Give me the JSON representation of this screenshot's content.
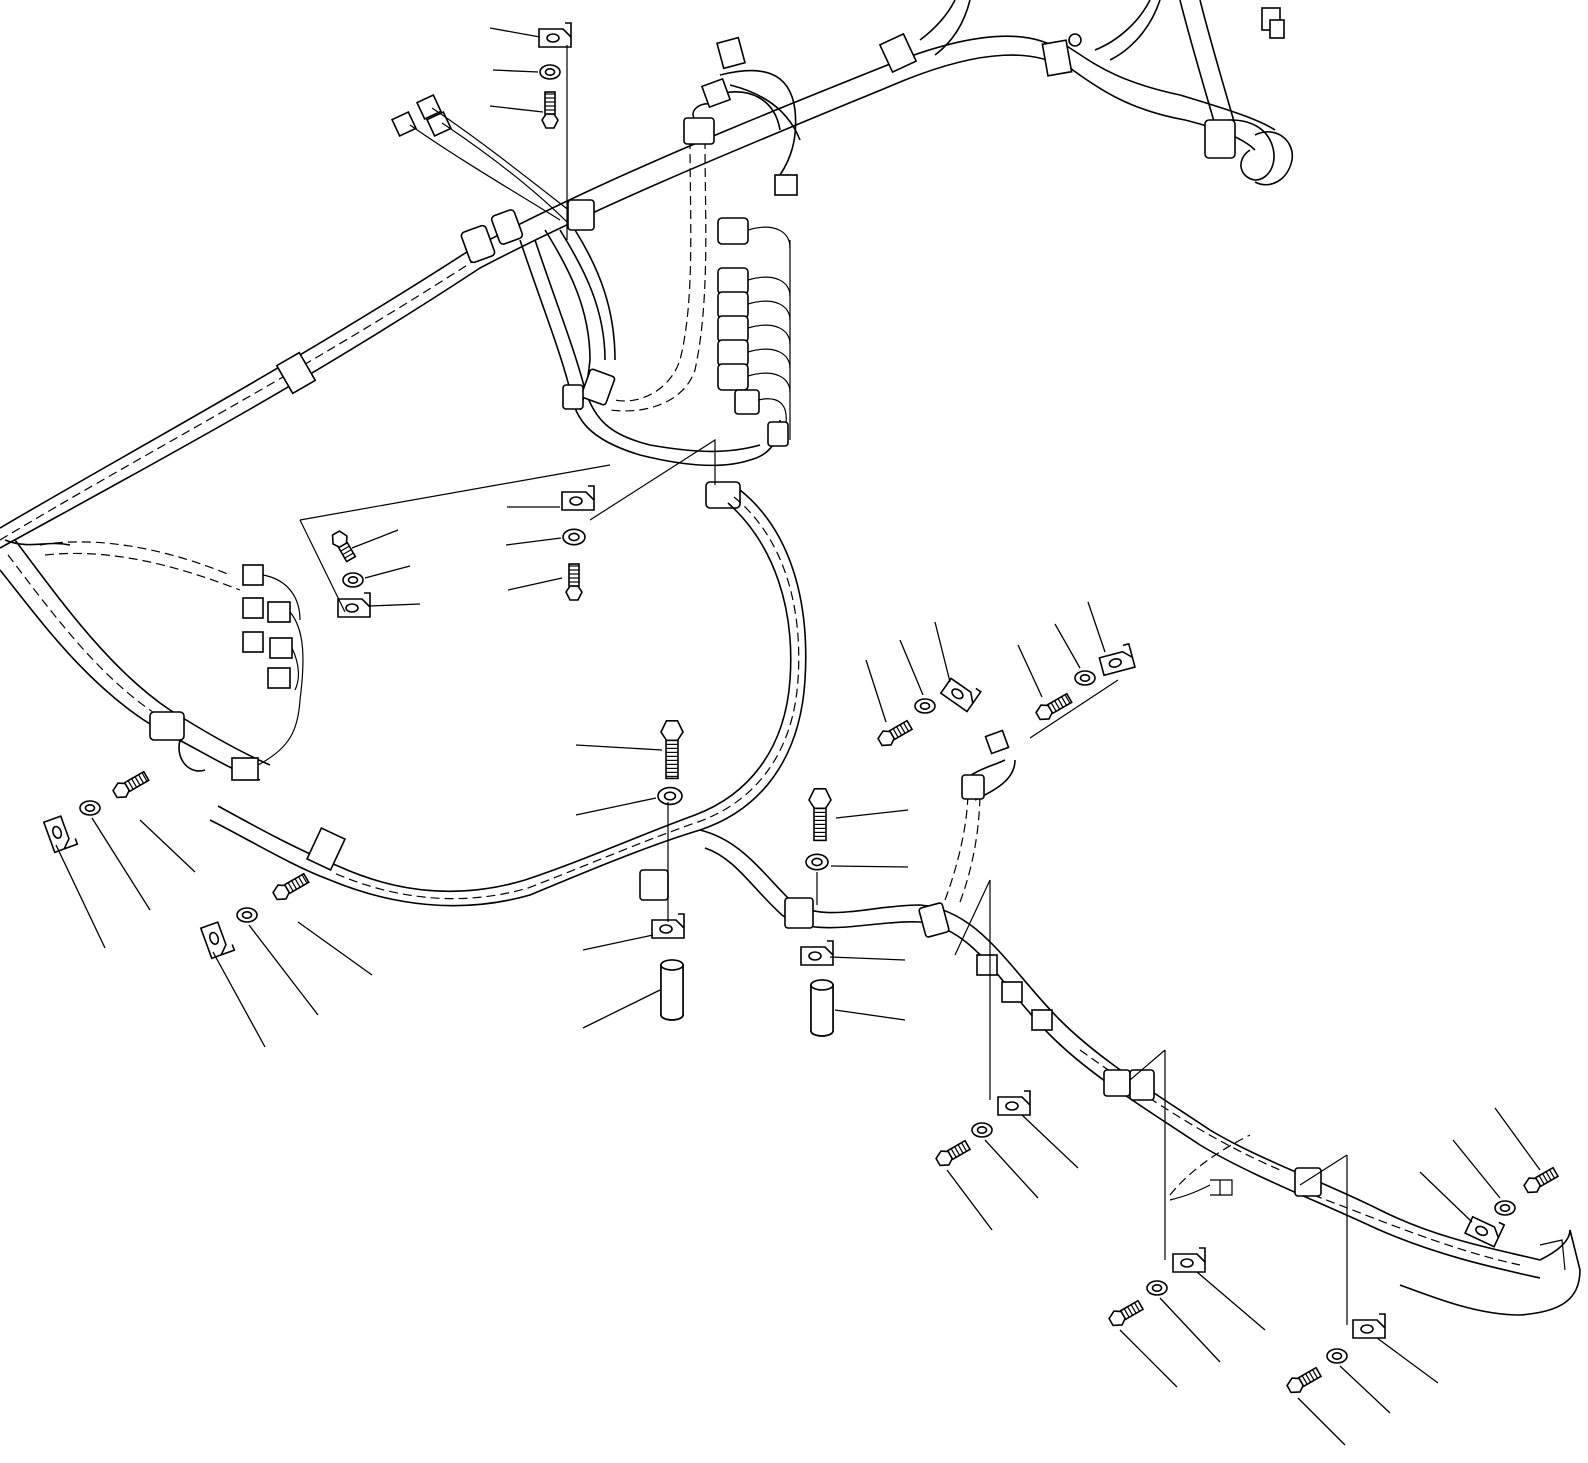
{
  "diagram": {
    "kind": "exploded parts diagram",
    "colors": {
      "line": "#000000",
      "background": "#ffffff"
    },
    "parts": [
      "wiring-harness",
      "connector",
      "clamp",
      "bracket",
      "washer",
      "bolt",
      "spacer"
    ]
  }
}
